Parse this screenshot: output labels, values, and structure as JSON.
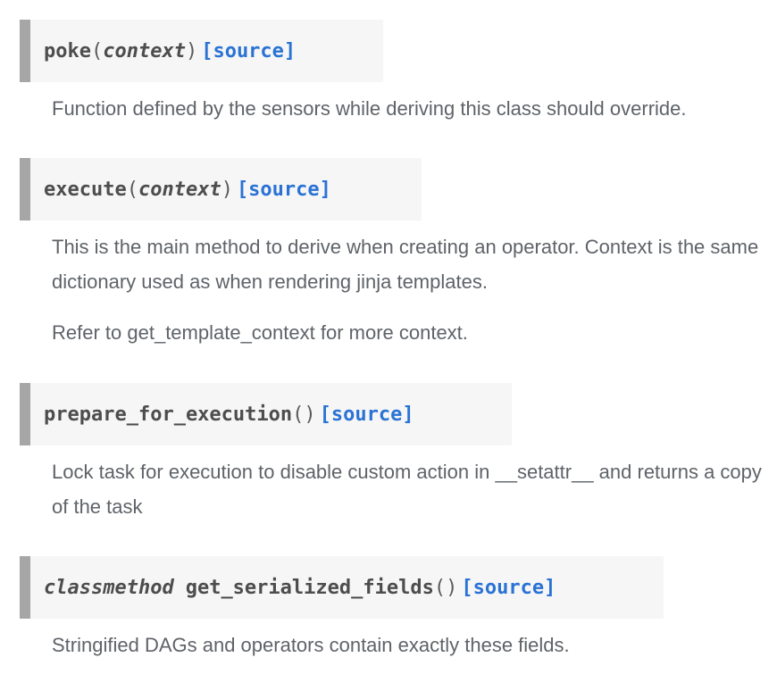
{
  "methods": [
    {
      "name": "poke",
      "open": "(",
      "arg": "context",
      "close": ")",
      "source": "[source]",
      "desc": [
        "Function defined by the sensors while deriving this class should override."
      ]
    },
    {
      "name": "execute",
      "open": "(",
      "arg": "context",
      "close": ")",
      "source": "[source]",
      "desc": [
        "This is the main method to derive when creating an operator. Context is the same dictionary used as when rendering jinja templates.",
        "Refer to get_template_context for more context."
      ]
    },
    {
      "name": "prepare_for_execution",
      "parens": "()",
      "source": "[source]",
      "desc": [
        "Lock task for execution to disable custom action in __setattr__ and returns a copy of the task"
      ]
    },
    {
      "prefix": "classmethod",
      "name": "get_serialized_fields",
      "parens": "()",
      "source": "[source]",
      "desc": [
        "Stringified DAGs and operators contain exactly these fields."
      ]
    }
  ]
}
